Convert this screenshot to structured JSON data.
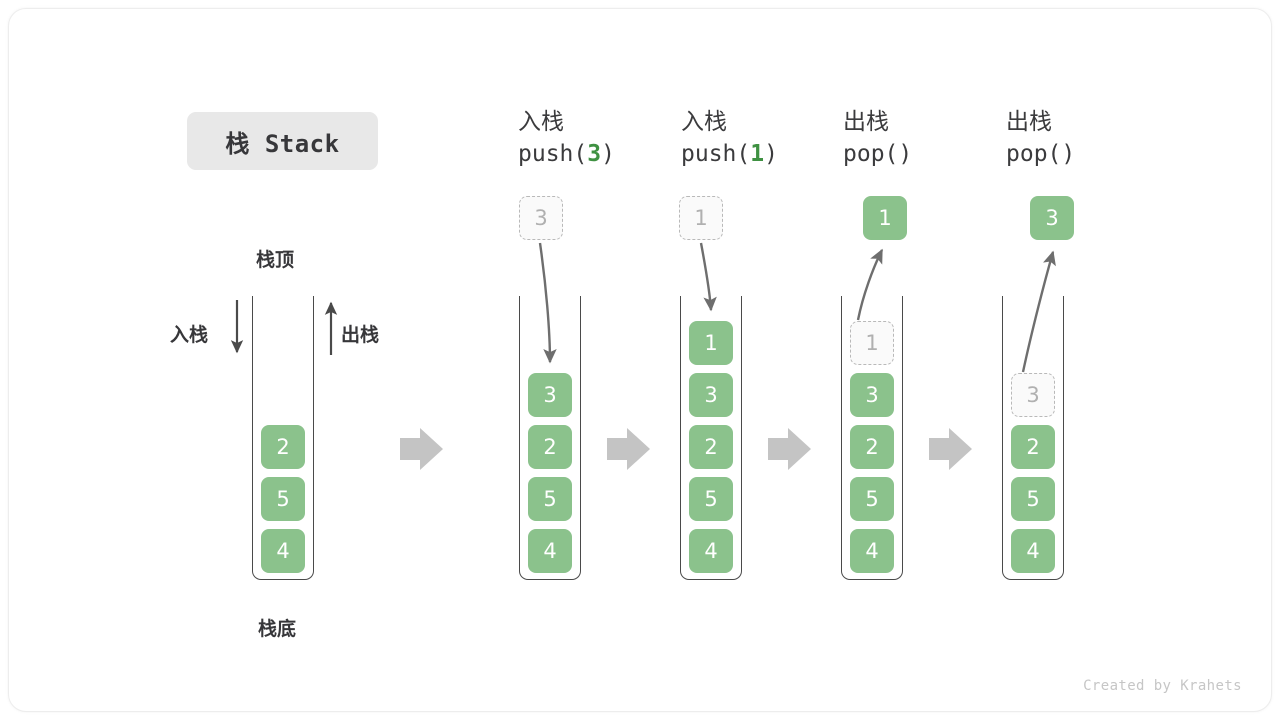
{
  "title_chip": {
    "label": "栈 Stack"
  },
  "credit": "Created by Krahets",
  "colors": {
    "cell_green": "#8bc28c",
    "accent_green": "#3f9142",
    "ghost_border": "#b9b9b9",
    "arrow_gray": "#6e6e6e",
    "block_arrow_gray": "#c4c4c4",
    "chip_bg": "#e8e8e8",
    "text_dark": "#37373a"
  },
  "initial_stack": {
    "top_label": "栈顶",
    "bottom_label": "栈底",
    "push_label": "入栈",
    "pop_label": "出栈",
    "cells": [
      "2",
      "5",
      "4"
    ]
  },
  "steps": [
    {
      "id": "push-3",
      "op_cn": "入栈",
      "op_code_prefix": "push(",
      "op_code_value": "3",
      "op_code_suffix": ")",
      "floating_cell": {
        "value": "3",
        "ghost": true,
        "position": "above"
      },
      "cells": [
        "3",
        "2",
        "5",
        "4"
      ]
    },
    {
      "id": "push-1",
      "op_cn": "入栈",
      "op_code_prefix": "push(",
      "op_code_value": "1",
      "op_code_suffix": ")",
      "floating_cell": {
        "value": "1",
        "ghost": true,
        "position": "above"
      },
      "cells": [
        "1",
        "3",
        "2",
        "5",
        "4"
      ]
    },
    {
      "id": "pop-1",
      "op_cn": "出栈",
      "op_code_prefix": "pop(",
      "op_code_value": "",
      "op_code_suffix": ")",
      "floating_cell": {
        "value": "1",
        "ghost": false,
        "position": "above"
      },
      "cells": [
        "1",
        "3",
        "2",
        "5",
        "4"
      ],
      "ghost_index": 0
    },
    {
      "id": "pop-3",
      "op_cn": "出栈",
      "op_code_prefix": "pop(",
      "op_code_value": "",
      "op_code_suffix": ")",
      "floating_cell": {
        "value": "3",
        "ghost": false,
        "position": "above"
      },
      "cells": [
        "3",
        "2",
        "5",
        "4"
      ],
      "ghost_index": 0
    }
  ],
  "flow_arrows": {
    "count": 4,
    "glyph": "block-arrow-right"
  }
}
